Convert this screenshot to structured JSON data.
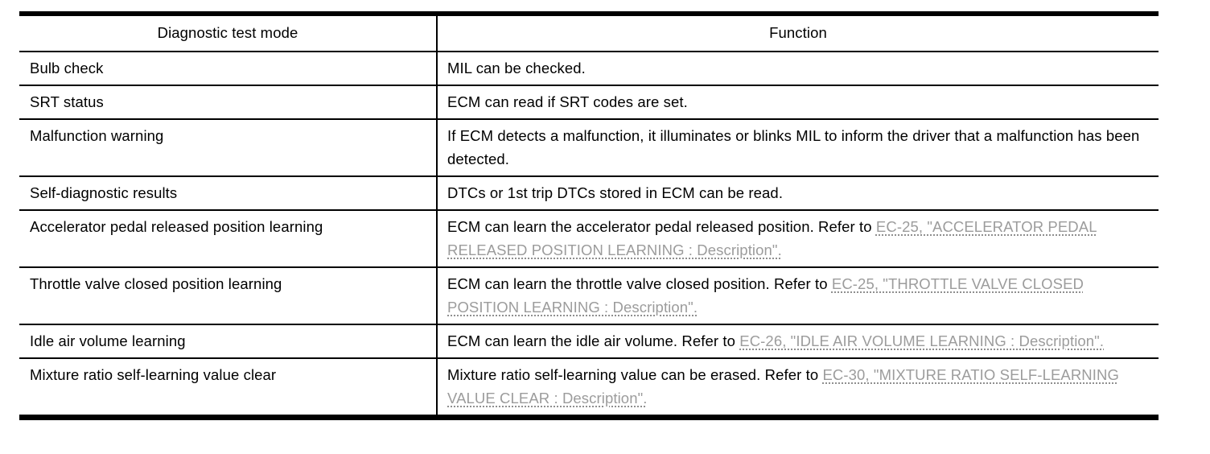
{
  "page": {
    "background_color": "#ffffff",
    "text_color": "#000000",
    "link_color": "#9c9c9c"
  },
  "table": {
    "columns": [
      {
        "label": "Diagnostic test mode"
      },
      {
        "label": "Function"
      }
    ],
    "rows": [
      {
        "mode": "Bulb check",
        "function": [
          {
            "text": "MIL can be checked."
          }
        ]
      },
      {
        "mode": "SRT status",
        "function": [
          {
            "text": "ECM can read if SRT codes are set."
          }
        ]
      },
      {
        "mode": "Malfunction warning",
        "function": [
          {
            "text": "If ECM detects a malfunction, it illuminates or blinks MIL to inform the driver that a malfunction has been detected."
          }
        ]
      },
      {
        "mode": "Self-diagnostic results",
        "function": [
          {
            "text": "DTCs or 1st trip DTCs stored in ECM can be read."
          }
        ]
      },
      {
        "mode": "Accelerator pedal released position learning",
        "function": [
          {
            "text": "ECM can learn the accelerator pedal released position. Refer to "
          },
          {
            "text": "EC-25, \"ACCELERATOR PEDAL RELEASED POSITION LEARNING : Description\".",
            "link": true
          }
        ]
      },
      {
        "mode": "Throttle valve closed position learning",
        "function": [
          {
            "text": "ECM can learn the throttle valve closed position. Refer to "
          },
          {
            "text": "EC-25, \"THROTTLE VALVE CLOSED POSITION LEARNING : Description\".",
            "link": true
          }
        ]
      },
      {
        "mode": "Idle air volume learning",
        "function": [
          {
            "text": "ECM can learn the idle air volume. Refer to "
          },
          {
            "text": "EC-26, \"IDLE AIR VOLUME LEARNING : Description\".",
            "link": true
          }
        ]
      },
      {
        "mode": "Mixture ratio self-learning value clear",
        "function": [
          {
            "text": "Mixture ratio self-learning value can be erased. Refer to "
          },
          {
            "text": "EC-30, \"MIXTURE RATIO SELF-LEARNING VALUE CLEAR : Description\".",
            "link": true
          }
        ]
      }
    ]
  }
}
